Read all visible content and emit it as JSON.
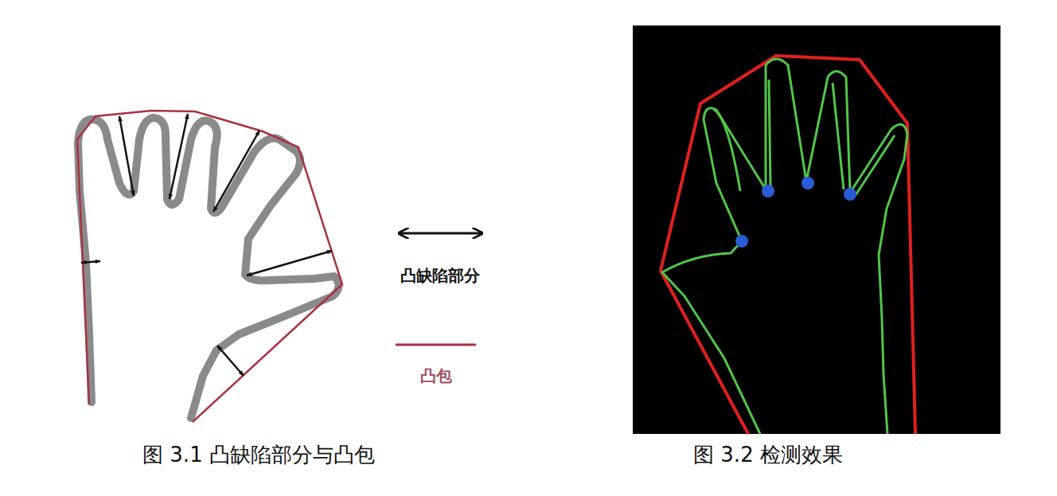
{
  "diagram": {
    "labels": [
      "图 3.1 凸缺陷部分与凸包",
      "图 3.2 检测效果"
    ],
    "legend": [
      {
        "text": "凸缺陷部分"
      },
      {
        "text": "凸包"
      }
    ]
  }
}
